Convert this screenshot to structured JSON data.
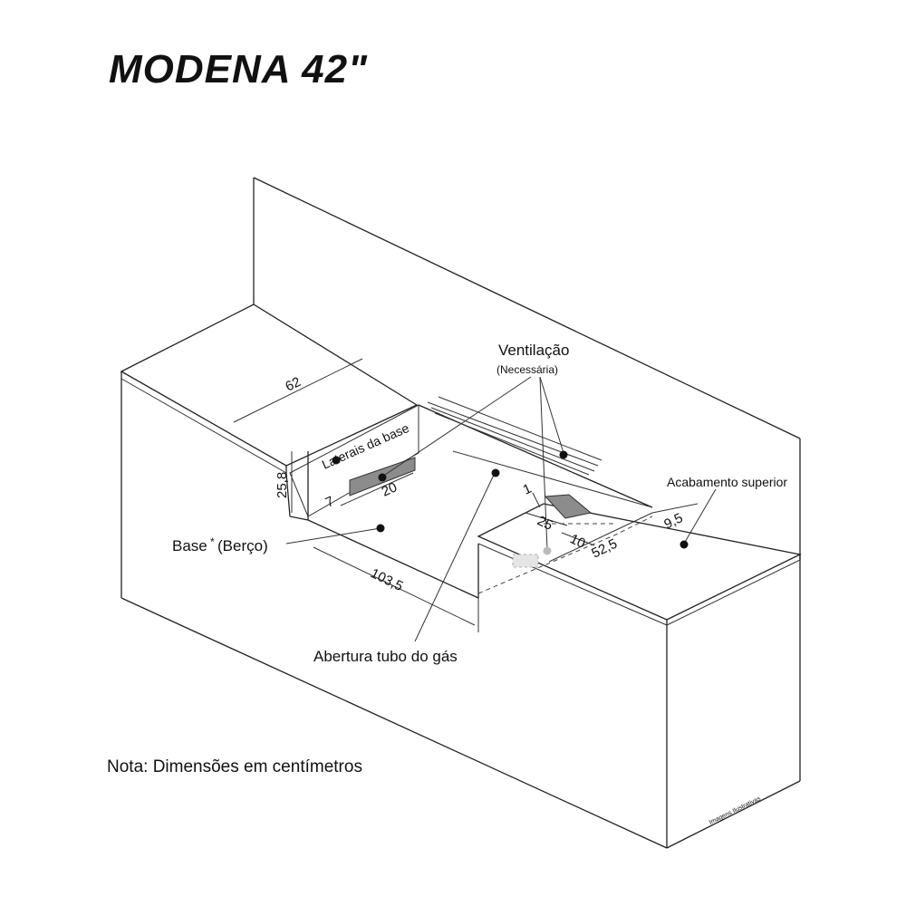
{
  "title": "MODENA 42\"",
  "note": "Nota: Dimensões em centímetros",
  "labels": {
    "ventilacao": "Ventilação",
    "necessaria": "(Necessária)",
    "laterais_da_base": "Laterais da base",
    "acabamento_superior": "Acabamento superior",
    "base": "Base",
    "base_asterisk": "*",
    "berco": "(Berço)",
    "abertura_tubo_gas": "Abertura tubo do gás",
    "imagens_ilustrativas": "Imagens Ilustrativas"
  },
  "dimensions": {
    "d62": "62",
    "d25_8": "25,8",
    "d7": "7",
    "d20": "20",
    "d103_5": "103,5",
    "d1": "1",
    "d25": "25",
    "d10": "10",
    "d52_5": "52,5",
    "d9_5": "9,5"
  },
  "colors": {
    "line": "#222222",
    "panel_fill": "#8c8c8c",
    "background": "#ffffff"
  }
}
